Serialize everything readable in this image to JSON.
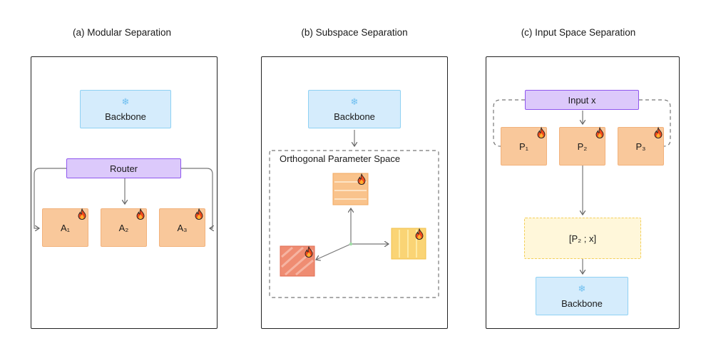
{
  "panels": {
    "a": {
      "title": "(a) Modular Separation",
      "backbone": "Backbone",
      "router": "Router",
      "experts": [
        "A₁",
        "A₂",
        "A₃"
      ]
    },
    "b": {
      "title": "(b) Subspace Separation",
      "backbone": "Backbone",
      "space_label": "Orthogonal Parameter Space"
    },
    "c": {
      "title": "(c) Input Space Separation",
      "input": "Input x",
      "prompts": [
        "P₁",
        "P₂",
        "P₃"
      ],
      "concat": "[P₂ ; x]",
      "backbone": "Backbone"
    }
  },
  "colors": {
    "frozen_blue": "#d5ecfc",
    "router_purple": "#dcc9fb",
    "trainable_orange": "#f9c89b",
    "concat_yellow": "#fff7da"
  },
  "icons": {
    "frozen": "snowflake-icon",
    "trainable": "flame-icon"
  }
}
